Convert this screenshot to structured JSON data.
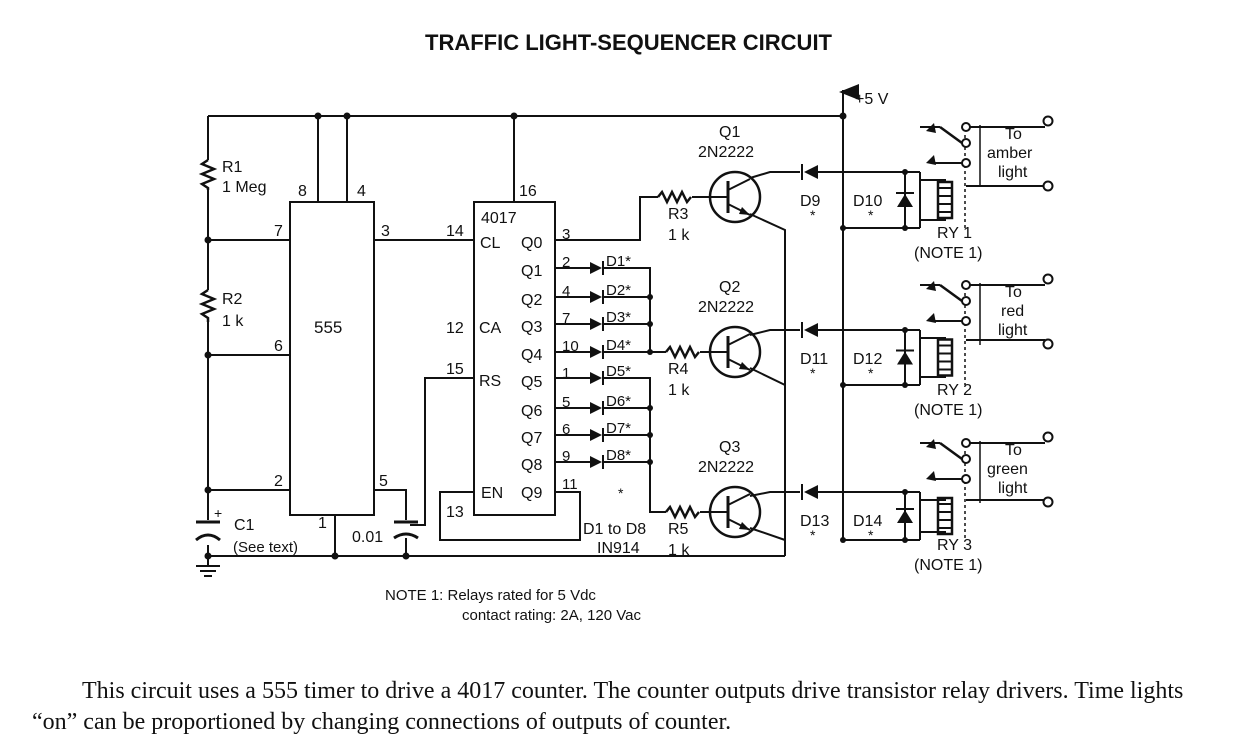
{
  "title": "TRAFFIC LIGHT-SEQUENCER CIRCUIT",
  "supply": "+5 V",
  "r1": {
    "name": "R1",
    "value": "1 Meg"
  },
  "r2": {
    "name": "R2",
    "value": "1 k"
  },
  "c1": {
    "name": "C1",
    "note": "(See text)",
    "polarity": "+"
  },
  "c2": {
    "value": "0.01"
  },
  "timer": {
    "name": "555",
    "pins": {
      "p8": "8",
      "p4": "4",
      "p7": "7",
      "p3": "3",
      "p6": "6",
      "p2": "2",
      "p5": "5",
      "p1": "1"
    }
  },
  "counter": {
    "name": "4017",
    "labels": {
      "cl": "CL",
      "ca": "CA",
      "rs": "RS",
      "en": "EN"
    },
    "pins": {
      "p14": "14",
      "p16": "16",
      "p12": "12",
      "p15": "15",
      "p13": "13",
      "p11": "11"
    },
    "outputs": [
      {
        "q": "Q0",
        "pin": "3"
      },
      {
        "q": "Q1",
        "pin": "2"
      },
      {
        "q": "Q2",
        "pin": "4"
      },
      {
        "q": "Q3",
        "pin": "7"
      },
      {
        "q": "Q4",
        "pin": "10"
      },
      {
        "q": "Q5",
        "pin": "1"
      },
      {
        "q": "Q6",
        "pin": "5"
      },
      {
        "q": "Q7",
        "pin": "6"
      },
      {
        "q": "Q8",
        "pin": "9"
      },
      {
        "q": "Q9",
        "pin": "11"
      }
    ]
  },
  "logic_diodes": [
    "D1*",
    "D2*",
    "D3*",
    "D4*",
    "D5*",
    "D6*",
    "D7*",
    "D8*"
  ],
  "diode_note": {
    "star": "*",
    "line1": "D1 to D8",
    "line2": "IN914"
  },
  "stages": [
    {
      "q": "Q1",
      "part": "2N2222",
      "r": "R3",
      "rv": "1 k",
      "d": "D9",
      "dr": "D10",
      "ry": "RY 1",
      "note": "(NOTE 1)",
      "to": "To",
      "color": "amber",
      "light": "light",
      "star": "*"
    },
    {
      "q": "Q2",
      "part": "2N2222",
      "r": "R4",
      "rv": "1 k",
      "d": "D11",
      "dr": "D12",
      "ry": "RY 2",
      "note": "(NOTE 1)",
      "to": "To",
      "color": "red",
      "light": "light",
      "star": "*"
    },
    {
      "q": "Q3",
      "part": "2N2222",
      "r": "R5",
      "rv": "1 k",
      "d": "D13",
      "dr": "D14",
      "ry": "RY 3",
      "note": "(NOTE 1)",
      "to": "To",
      "color": "green",
      "light": "light",
      "star": "*"
    }
  ],
  "note": {
    "line1": "NOTE 1: Relays rated for 5 Vdc",
    "line2": "contact rating: 2A, 120 Vac"
  },
  "caption": "This circuit uses a 555 timer to drive a 4017 counter. The counter outputs drive transistor relay drivers. Time lights “on” can be proportioned by changing connections of outputs of counter."
}
